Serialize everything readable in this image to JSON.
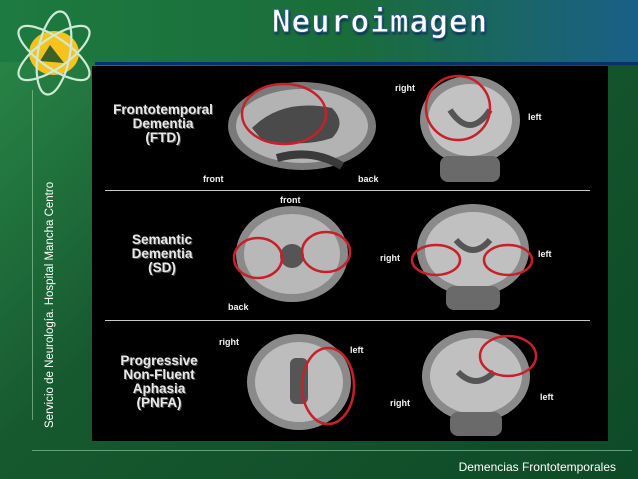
{
  "slide": {
    "title": "Neuroimagen",
    "side_text": "Servicio de Neurología. Hospital Mancha Centro",
    "footer": "Demencias Frontotemporales"
  },
  "rows": [
    {
      "label": [
        "Frontotemporal",
        "Dementia",
        "(FTD)"
      ],
      "left_tags": {
        "front": "front",
        "back": "back"
      },
      "right_tags": {
        "right": "right",
        "left": "left"
      }
    },
    {
      "label": [
        "Semantic",
        "Dementia",
        "(SD)"
      ],
      "left_tags": {
        "front": "front",
        "back": "back"
      },
      "right_tags": {
        "right": "right",
        "left": "left"
      }
    },
    {
      "label": [
        "Progressive",
        "Non-Fluent",
        "Aphasia",
        "(PNFA)"
      ],
      "left_tags": {
        "right": "right",
        "left": "left"
      },
      "right_tags": {
        "right": "right",
        "left": "left"
      }
    }
  ],
  "colors": {
    "accent_red": "#c8202a",
    "green": "#1d7a40",
    "blue": "#1a5f87"
  }
}
